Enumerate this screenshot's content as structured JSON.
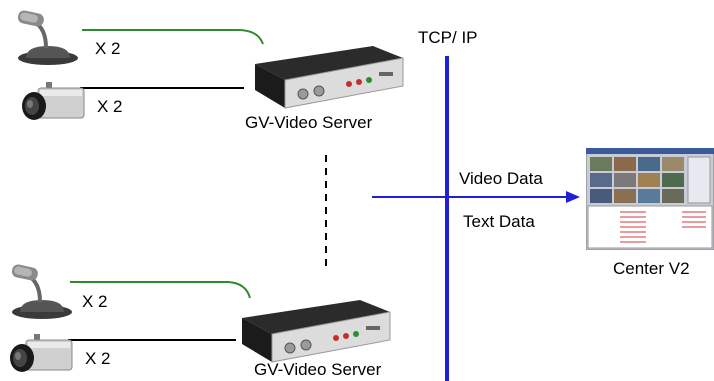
{
  "diagram": {
    "network_label": "TCP/ IP",
    "top_group": {
      "mic_count": "X 2",
      "camera_count": "X 2",
      "server_label": "GV-Video Server"
    },
    "bottom_group": {
      "mic_count": "X 2",
      "camera_count": "X 2",
      "server_label": "GV-Video Server"
    },
    "video_data_label": "Video Data",
    "text_data_label": "Text Data",
    "center_label": "Center V2",
    "colors": {
      "network_line": "#1f1fd6",
      "audio_line": "#2e8b2e",
      "video_line": "#000000"
    }
  }
}
